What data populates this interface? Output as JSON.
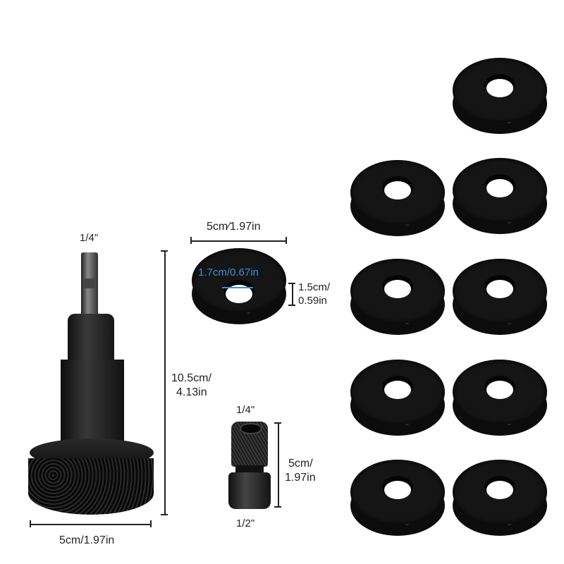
{
  "product": {
    "description": "Rust removal / paint stripping disc kit with drill arbor and 1/4\" to 1/2\" socket adapter",
    "disc_count_right": 9
  },
  "annotations": {
    "arbor_shank_size": "1/4\"",
    "arbor_height_line1": "10.5cm/",
    "arbor_height_line2": "4.13in",
    "arbor_width": "5cm/1.97in",
    "disc_diameter": "5cm∕⁠1.97in",
    "disc_hole_diameter": "1.7cm/0.67in",
    "disc_thickness_line1": "1.5cm/",
    "disc_thickness_line2": "0.59in",
    "adapter_top_size": "1/4\"",
    "adapter_bottom_size": "1/2\"",
    "adapter_height_line1": "5cm/",
    "adapter_height_line2": "1.97in"
  },
  "colors": {
    "text": "#222222",
    "hole_dimension_text": "#3a8fd6",
    "disc": "#151515",
    "background": "#ffffff"
  }
}
